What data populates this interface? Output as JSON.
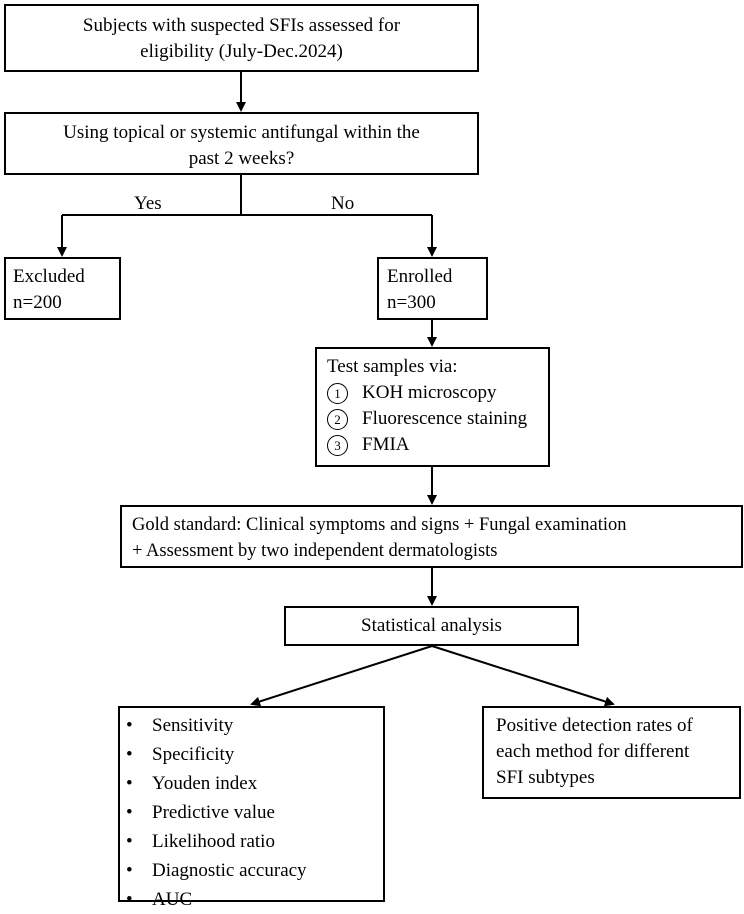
{
  "boxes": {
    "screening": {
      "line1": "Subjects with suspected SFIs assessed for",
      "line2": "eligibility (July-Dec.2024)"
    },
    "question": {
      "line1": "Using topical or systemic antifungal within the",
      "line2": "past 2 weeks?"
    },
    "excluded": {
      "line1": "Excluded",
      "line2": "n=200"
    },
    "enrolled": {
      "line1": "Enrolled",
      "line2": "n=300"
    },
    "tests": {
      "title": "Test samples via:",
      "items": [
        {
          "num": "1",
          "label": "KOH microscopy"
        },
        {
          "num": "2",
          "label": "Fluorescence staining"
        },
        {
          "num": "3",
          "label": "FMIA"
        }
      ]
    },
    "gold_standard": {
      "line1": "Gold standard: Clinical symptoms and signs + Fungal examination",
      "line2": "+ Assessment by two independent dermatologists"
    },
    "statistics": {
      "label": "Statistical analysis"
    },
    "metrics": {
      "bullet": "•",
      "items": [
        "Sensitivity",
        "Specificity",
        "Youden index",
        "Predictive value",
        "Likelihood ratio",
        "Diagnostic accuracy",
        "AUC"
      ]
    },
    "subtypes": {
      "line1": "Positive detection rates of",
      "line2": "each method for different",
      "line3": "SFI subtypes"
    }
  },
  "branch_labels": {
    "yes": "Yes",
    "no": "No"
  }
}
